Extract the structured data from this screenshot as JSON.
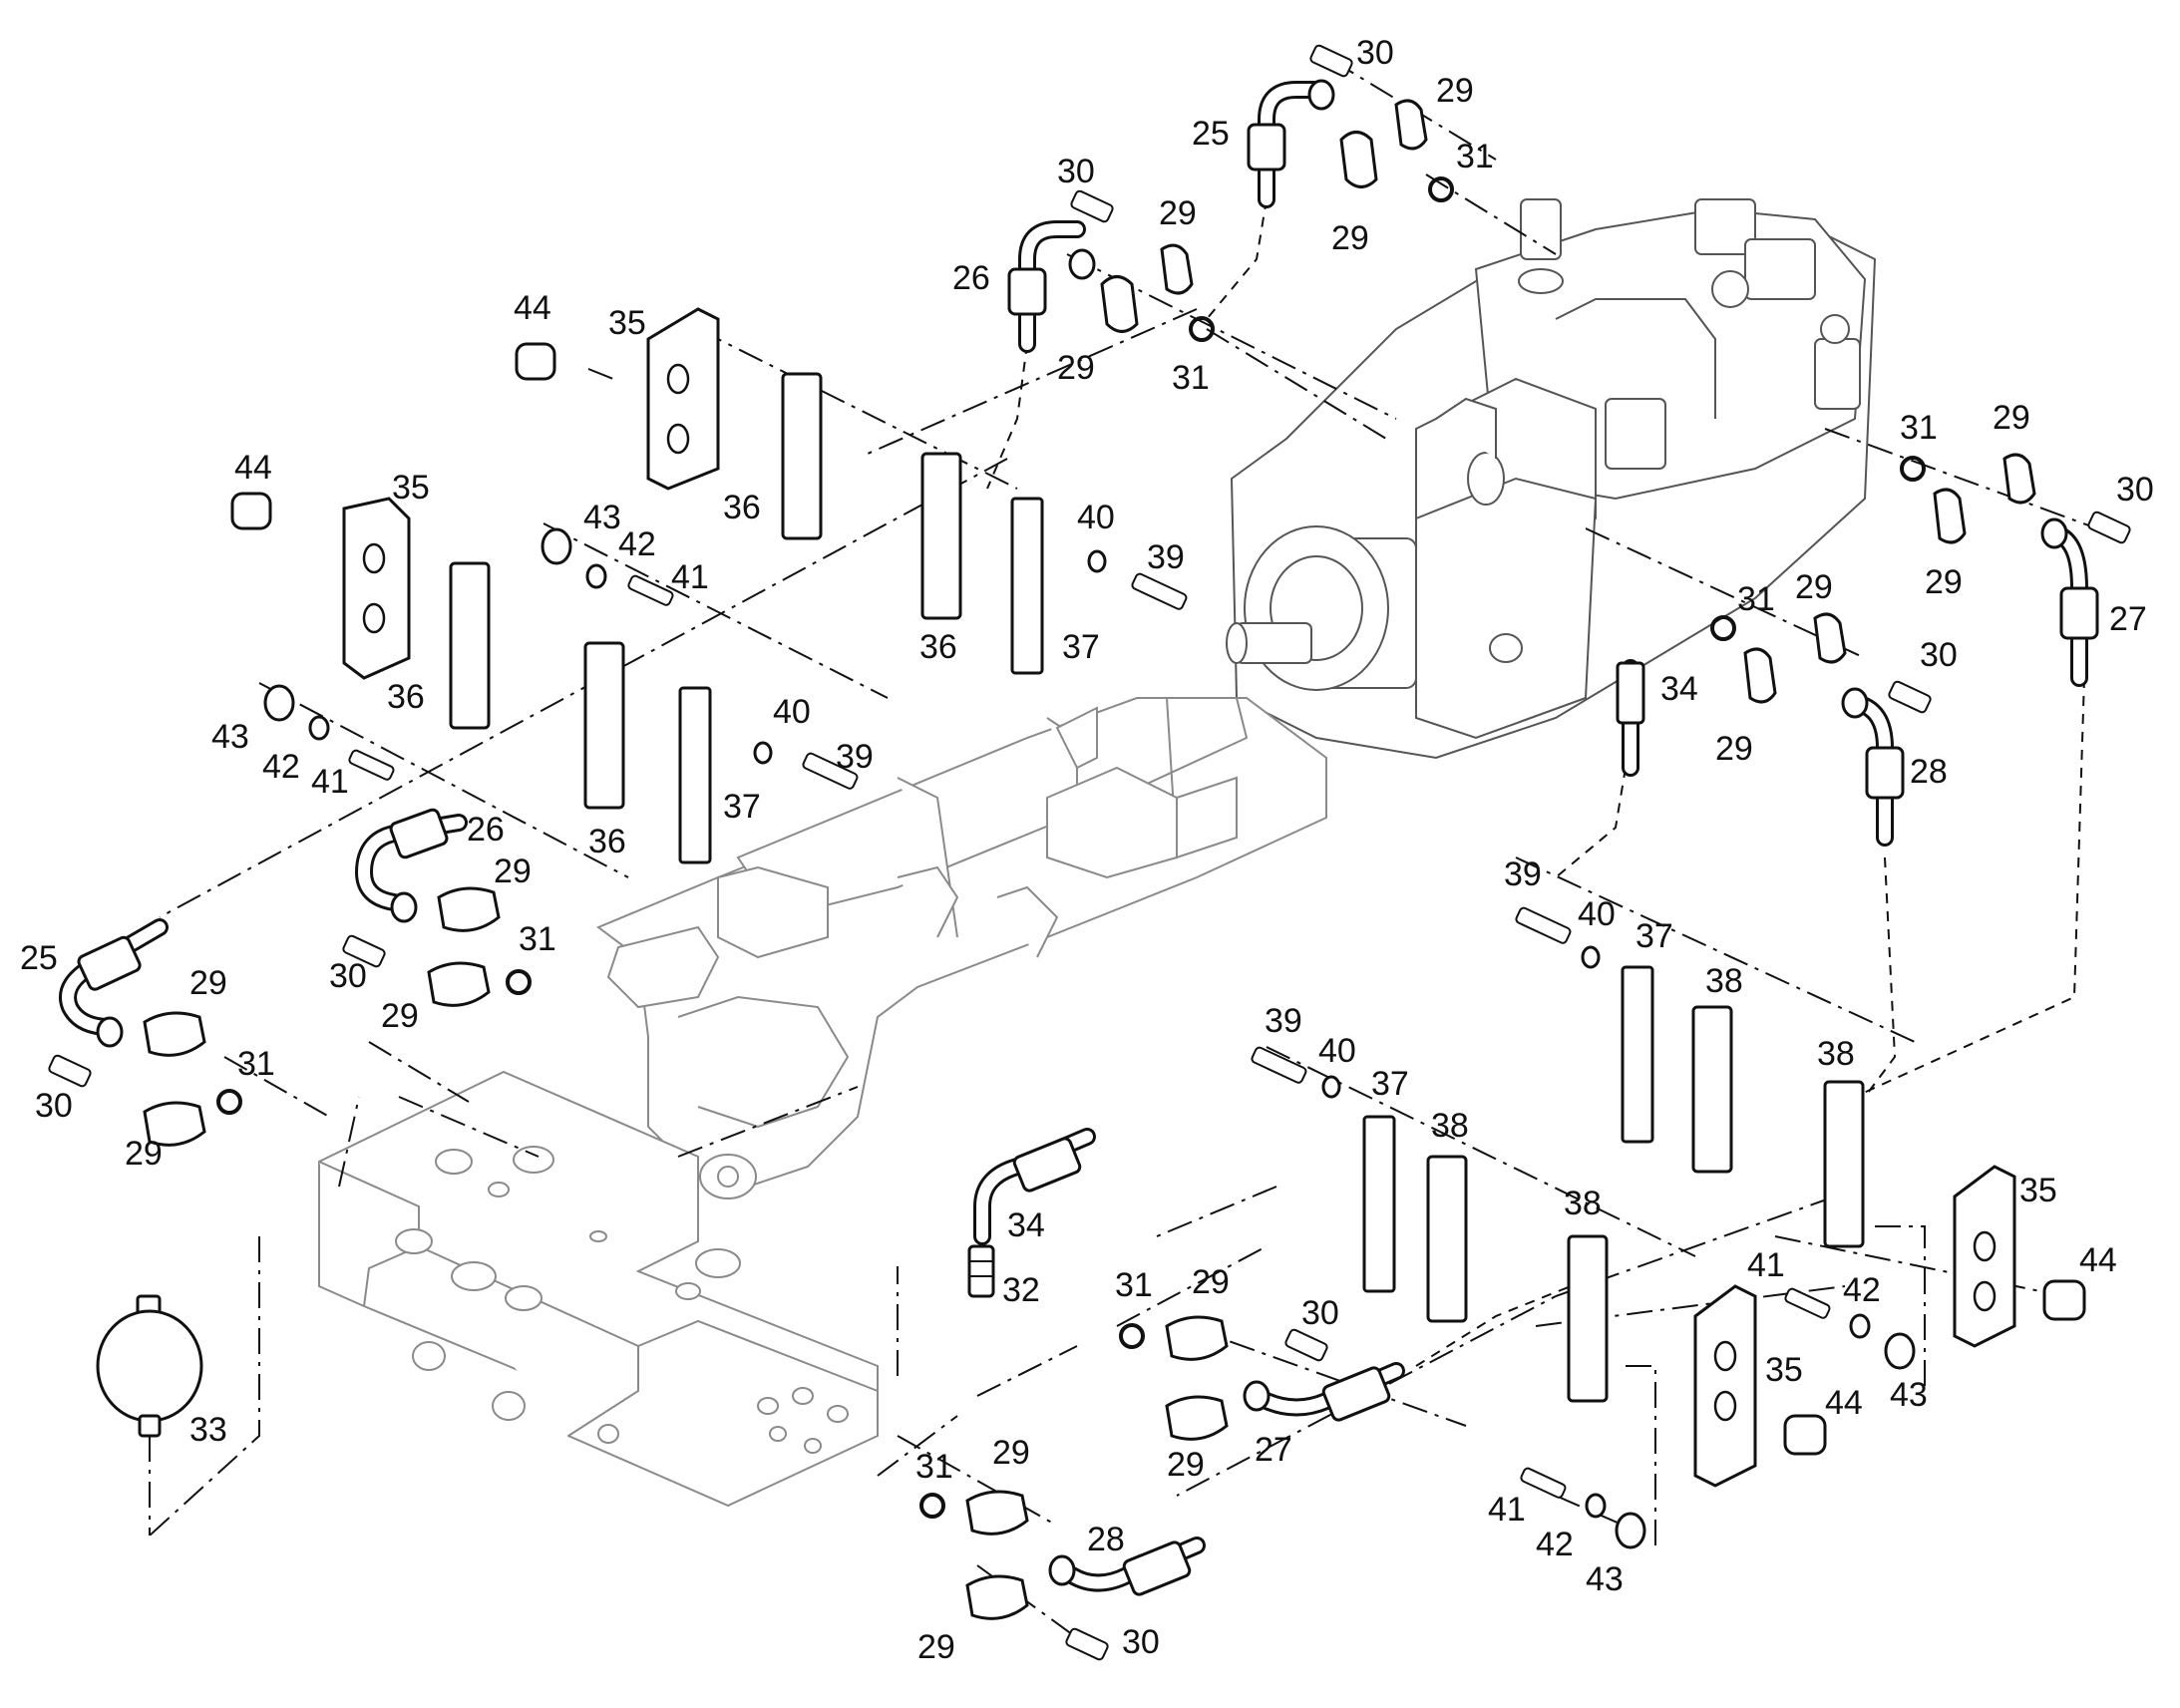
{
  "callouts": {
    "n25": "25",
    "n26": "26",
    "n27": "27",
    "n28": "28",
    "n29": "29",
    "n30": "30",
    "n31": "31",
    "n32": "32",
    "n33": "33",
    "n34": "34",
    "n35": "35",
    "n36": "36",
    "n37": "37",
    "n38": "38",
    "n39": "39",
    "n40": "40",
    "n41": "41",
    "n42": "42",
    "n43": "43",
    "n44": "44"
  }
}
